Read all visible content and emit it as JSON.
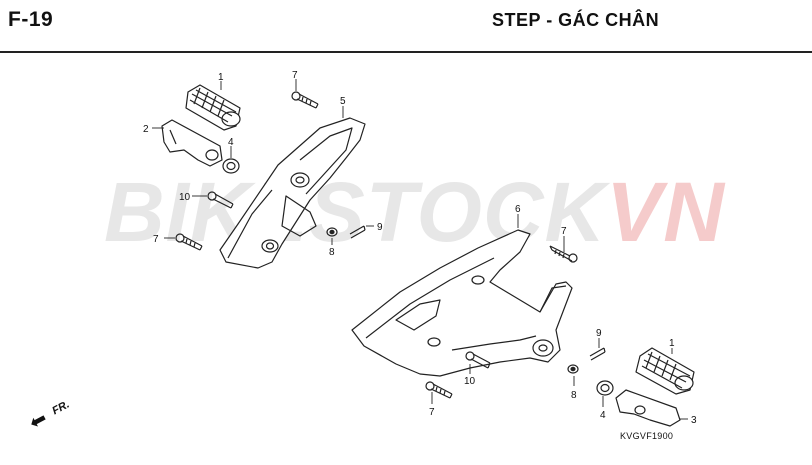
{
  "header": {
    "code": "F-19",
    "title": "STEP - GÁC CHÂN"
  },
  "watermark": {
    "main": "BIKESTOCK",
    "accent": "VN"
  },
  "callouts": [
    "1",
    "2",
    "4",
    "7",
    "5",
    "10",
    "7",
    "8",
    "9",
    "6",
    "7",
    "9",
    "1",
    "10",
    "8",
    "4",
    "3",
    "7"
  ],
  "direction": {
    "label": "FR.",
    "arrow": "⬅"
  },
  "diagram_code": "KVGVF1900",
  "colors": {
    "outline": "#222222",
    "watermark_gray": "#e7e7e7",
    "watermark_red": "#f5cbcb"
  }
}
